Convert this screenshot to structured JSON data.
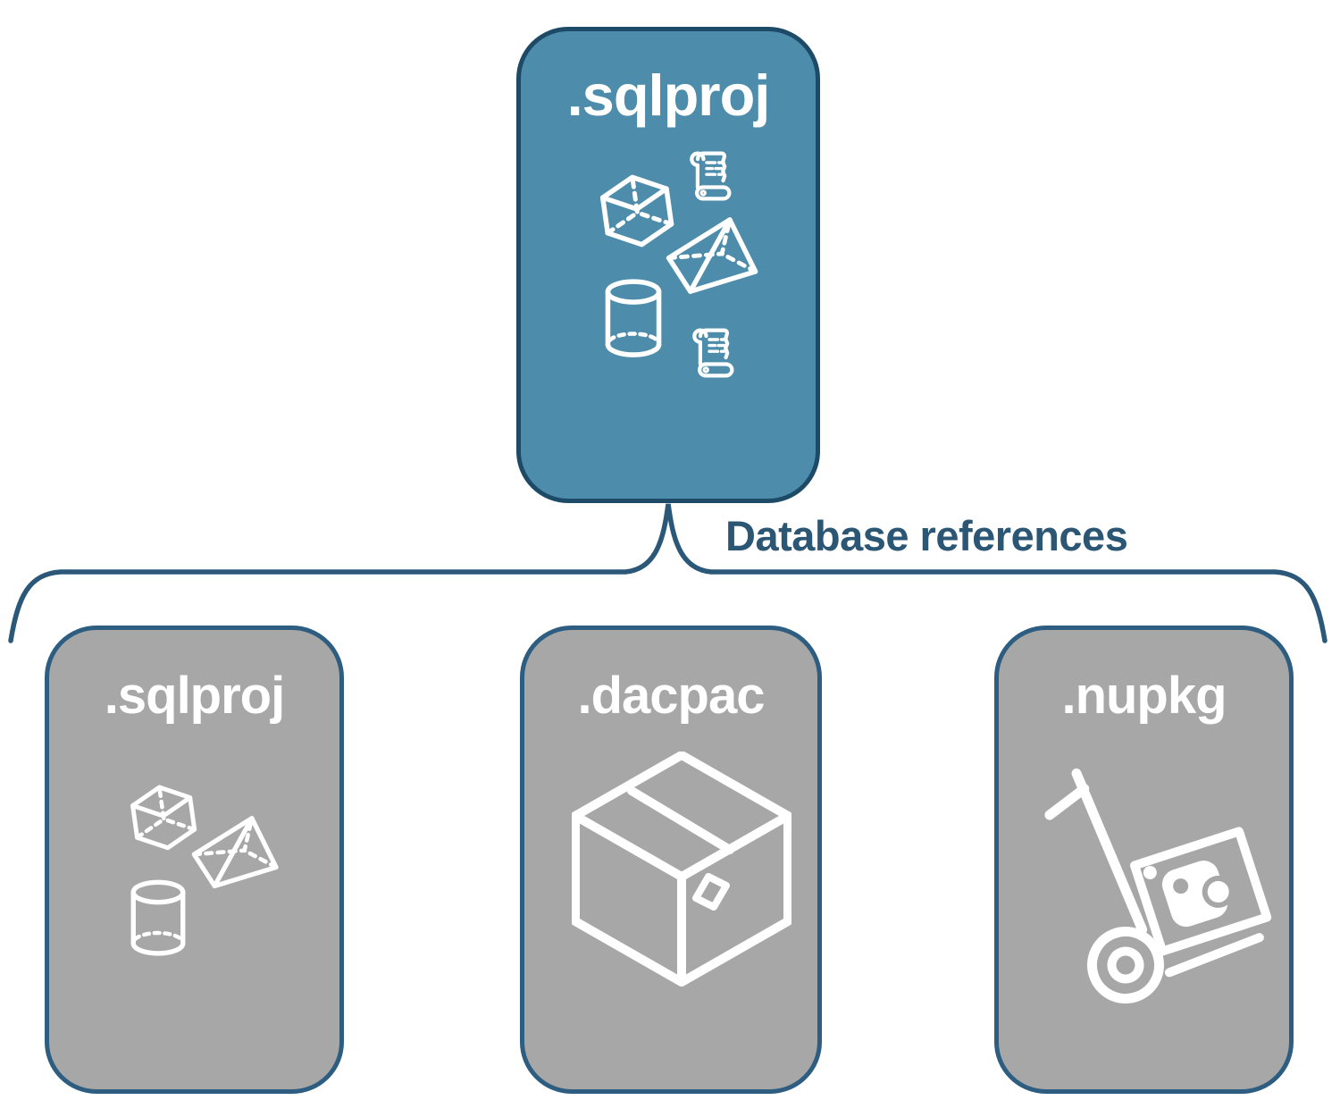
{
  "diagram": {
    "root_node": {
      "label": ".sqlproj",
      "icon_names": [
        "cube-icon",
        "sql-script-icon",
        "pyramid-icon",
        "database-cylinder-icon",
        "sql-script-icon"
      ]
    },
    "connector": {
      "label": "Database references"
    },
    "child_nodes": [
      {
        "label": ".sqlproj",
        "icon_names": [
          "cube-icon",
          "pyramid-icon",
          "database-cylinder-icon"
        ]
      },
      {
        "label": ".dacpac",
        "icon_names": [
          "package-box-icon"
        ]
      },
      {
        "label": ".nupkg",
        "icon_names": [
          "hand-truck-nuget-icon"
        ]
      }
    ],
    "colors": {
      "root_node_fill": "#4d8cab",
      "root_node_border": "#1d4a66",
      "child_node_fill": "#a7a7a7",
      "child_node_border": "#2d5d80",
      "connector_line": "#2b5878",
      "connector_label_text": "#2b5674",
      "node_label_text": "#ffffff",
      "icon_stroke": "#ffffff",
      "background": "#ffffff"
    }
  }
}
